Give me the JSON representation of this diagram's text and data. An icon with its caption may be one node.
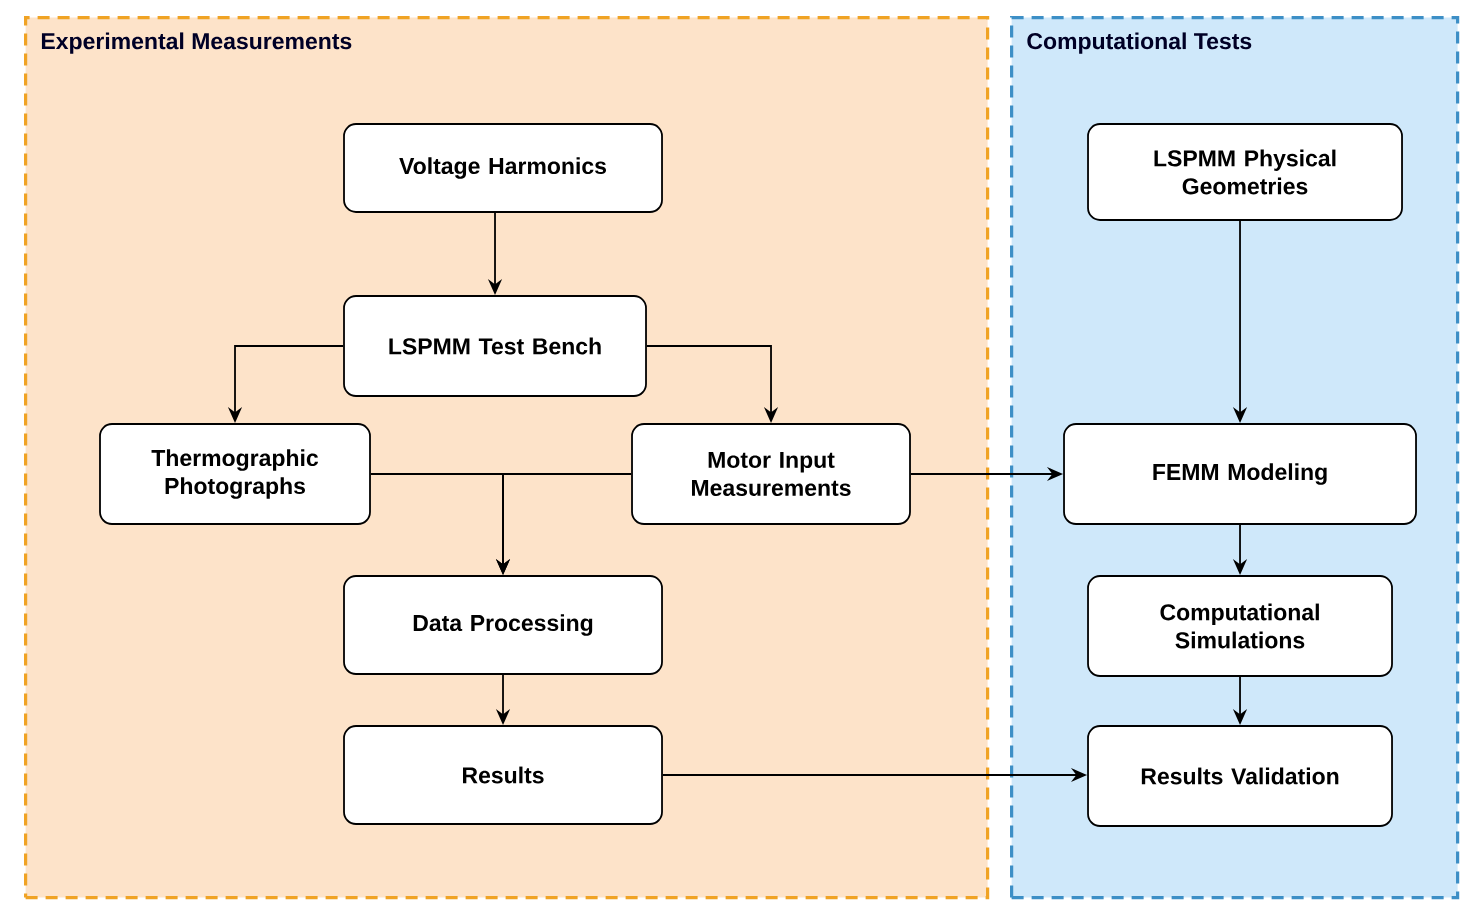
{
  "diagram": {
    "nodes": [
      {
        "text": [
          "Experimental Measurements"
        ]
      },
      {
        "text": [
          "Computational Tests"
        ]
      },
      {
        "text": [
          "Voltage Harmonics"
        ],
        "in": 0
      },
      {
        "text": [
          "LSPMM Test Bench"
        ],
        "in": 0
      },
      {
        "text": [
          "Thermographic Photographs"
        ],
        "in": 0
      },
      {
        "text": [
          "Motor Input Measurements"
        ],
        "in": 0
      },
      {
        "text": [
          "Data Processing"
        ],
        "in": 0
      },
      {
        "text": [
          "Results"
        ],
        "in": 0
      },
      {
        "text": [
          "LSPMM Physical Geometries"
        ],
        "in": 1
      },
      {
        "text": [
          "FEMM Modeling"
        ],
        "in": 1
      },
      {
        "text": [
          "Computational Simulations"
        ],
        "in": 1
      },
      {
        "text": [
          "Results Validation"
        ],
        "in": 1
      }
    ],
    "edges": [
      {
        "from": 2,
        "to": 3,
        "arrow": "to"
      },
      {
        "from": 3,
        "to": 4,
        "arrow": "to"
      },
      {
        "from": 3,
        "to": 5,
        "arrow": "to"
      },
      {
        "from": 4,
        "to": 6,
        "arrow": "to"
      },
      {
        "from": 5,
        "to": 6,
        "arrow": "to"
      },
      {
        "from": 5,
        "to": 9,
        "arrow": "to"
      },
      {
        "from": 6,
        "to": 7,
        "arrow": "to"
      },
      {
        "from": 7,
        "to": 11,
        "arrow": "to"
      },
      {
        "from": 8,
        "to": 9,
        "arrow": "to"
      },
      {
        "from": 9,
        "to": 10,
        "arrow": "to"
      },
      {
        "from": 10,
        "to": 11,
        "arrow": "to"
      }
    ]
  }
}
